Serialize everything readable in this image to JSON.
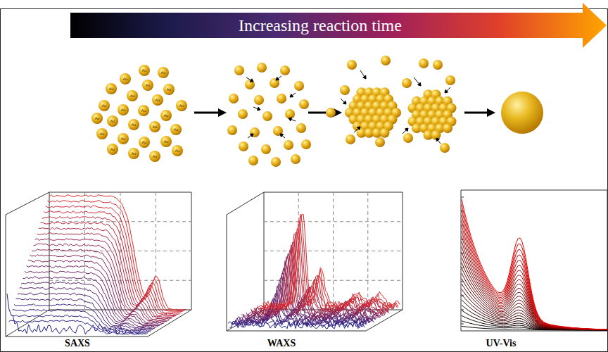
{
  "diagram": {
    "nodes": [
      {
        "text": [
          "Increasing reaction time"
        ]
      }
    ],
    "labels": [
      "Au",
      "Au",
      "Au",
      "Au",
      "Au",
      "Au",
      "Au",
      "Au",
      "Au",
      "Au",
      "Au",
      "Au",
      "Au",
      "Au",
      "Au",
      "Au",
      "Au",
      "Au",
      "Au",
      "Au",
      "Au",
      "Au",
      "Au",
      "Au",
      "Au",
      "Au",
      "SAXS",
      "WAXS",
      "UV-Vis"
    ]
  }
}
